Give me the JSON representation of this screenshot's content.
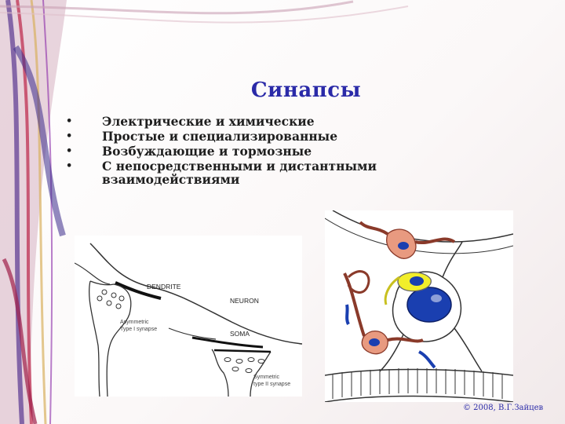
{
  "slide": {
    "title": "Синапсы",
    "bullets": [
      "Электрические и химические",
      "Простые и специализированные",
      "Возбуждающие и тормозные",
      "С непосредственными и дистантными взаимодействиями"
    ],
    "bullet_symbol": "•",
    "copyright": "© 2008, В.Г.Зайцев"
  },
  "figure_left": {
    "labels": {
      "dendrite": "DENDRITE",
      "neuron": "NEURON",
      "soma": "SOMA",
      "asym_line1": "Asymmetric",
      "asym_line2": "Type I synapse",
      "sym_line1": "Symmetric",
      "sym_line2": "type II synapse"
    }
  },
  "colors": {
    "title": "#2a2aa8",
    "text": "#1f1f1f",
    "orange_cell": "#e89a80",
    "yellow_cell": "#f2ee2a",
    "nucleus": "#1a3fb0"
  }
}
